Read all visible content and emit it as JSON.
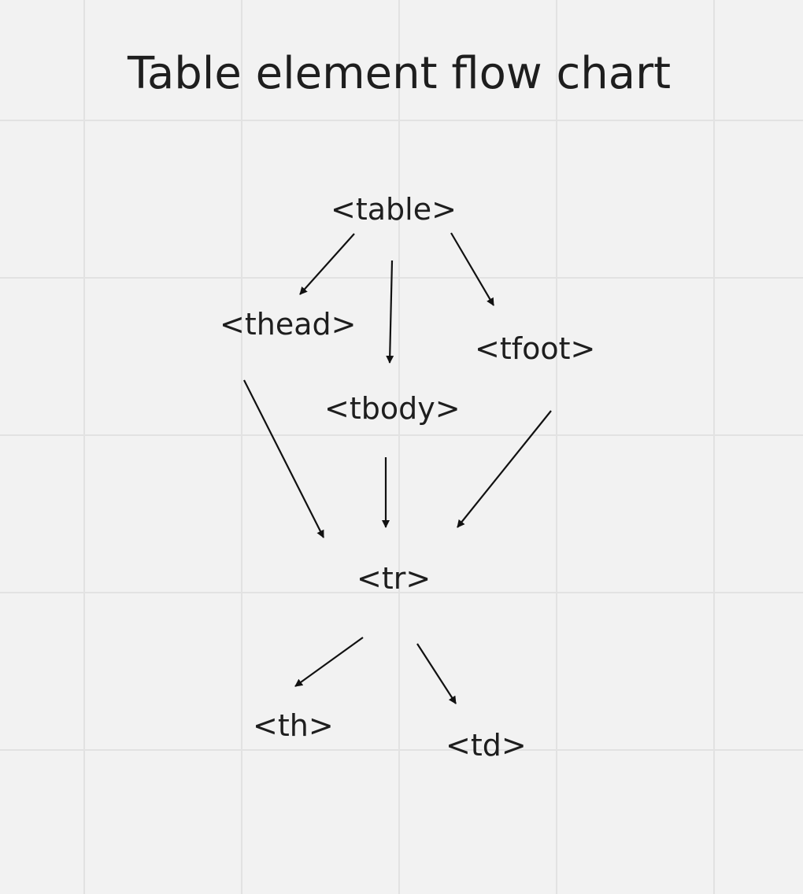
{
  "title": "Table element flow chart",
  "nodes": {
    "table": "<table>",
    "thead": "<thead>",
    "tbody": "<tbody>",
    "tfoot": "<tfoot>",
    "tr": "<tr>",
    "th": "<th>",
    "td": "<td>"
  },
  "edges": [
    {
      "from": "table",
      "to": "thead"
    },
    {
      "from": "table",
      "to": "tbody"
    },
    {
      "from": "table",
      "to": "tfoot"
    },
    {
      "from": "thead",
      "to": "tr"
    },
    {
      "from": "tbody",
      "to": "tr"
    },
    {
      "from": "tfoot",
      "to": "tr"
    },
    {
      "from": "tr",
      "to": "th"
    },
    {
      "from": "tr",
      "to": "td"
    }
  ],
  "colors": {
    "background": "#f2f2f2",
    "grid": "#e2e2e2",
    "text": "#1e1e1e",
    "arrow": "#111111"
  }
}
